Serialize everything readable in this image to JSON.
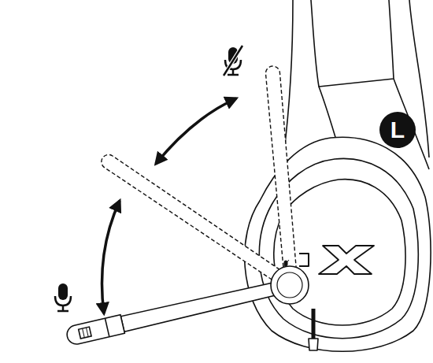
{
  "diagram": {
    "nodes": [
      {
        "text": [
          "L"
        ]
      }
    ],
    "labels": [
      "Microphone Mute",
      "Microphone Active"
    ]
  }
}
